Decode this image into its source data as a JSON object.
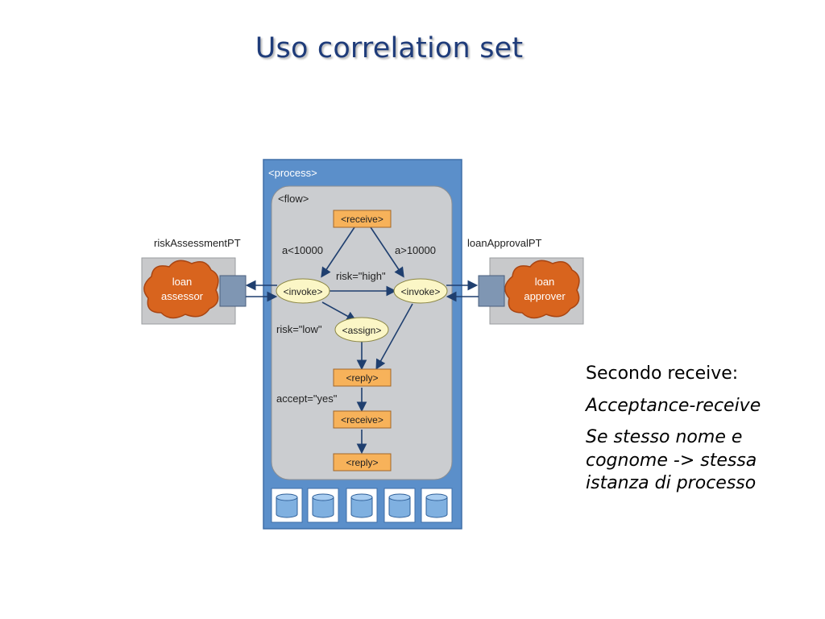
{
  "title": "Uso correlation set",
  "diagram": {
    "process_label": "<process>",
    "flow_label": "<flow>",
    "left_port_label": "riskAssessmentPT",
    "right_port_label": "loanApprovalPT",
    "left_service": [
      "loan",
      "assessor"
    ],
    "right_service": [
      "loan",
      "approver"
    ],
    "receive1": "<receive>",
    "invoke_left": "<invoke>",
    "invoke_right": "<invoke>",
    "assign": "<assign>",
    "reply1": "<reply>",
    "receive2": "<receive>",
    "reply2": "<reply>",
    "cond_lt": "a<10000",
    "cond_gt": "a>10000",
    "risk_high": "risk=\"high\"",
    "risk_low": "risk=\"low\"",
    "accept_yes": "accept=\"yes\""
  },
  "side": {
    "line1": "Secondo receive:",
    "line2": "Acceptance-receive",
    "line3": "Se stesso nome e cognome -> stessa istanza di processo"
  }
}
